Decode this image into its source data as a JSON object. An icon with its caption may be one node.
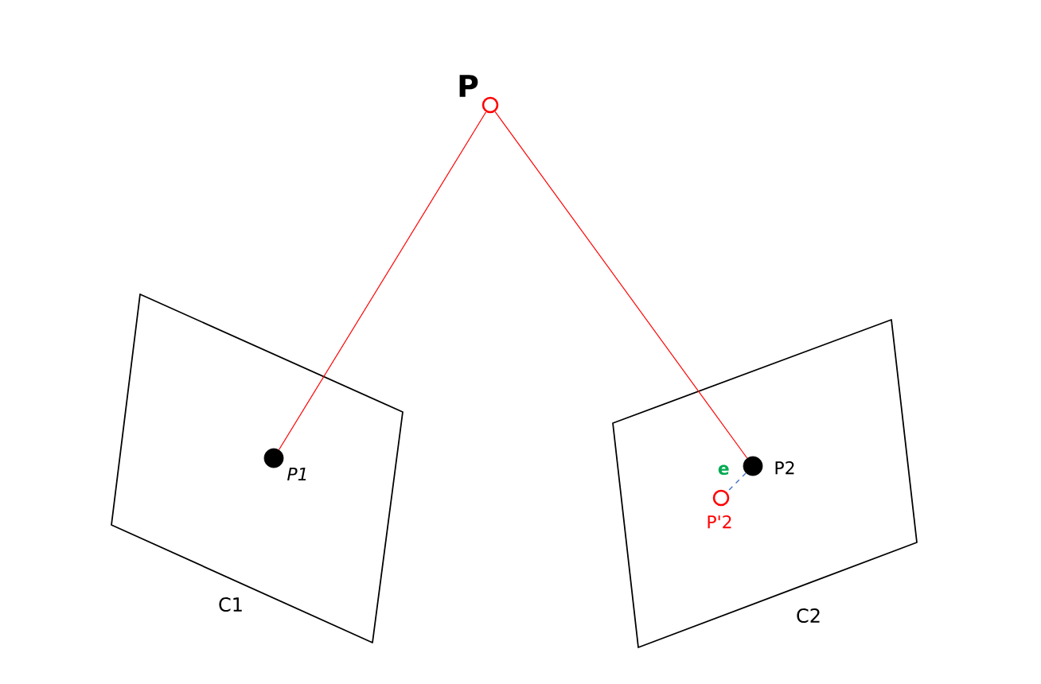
{
  "diagram": {
    "nodes": [
      {
        "text": [
          "C1"
        ]
      },
      {
        "text": [
          "C2"
        ]
      },
      {
        "text": [],
        "shape": "circle",
        "beside": [
          "P"
        ]
      },
      {
        "text": [],
        "shape": "circle",
        "in": 0,
        "beside": [
          "P1"
        ]
      },
      {
        "text": [],
        "shape": "circle",
        "in": 1,
        "beside": [
          "P2"
        ]
      },
      {
        "text": [],
        "shape": "circle",
        "in": 1,
        "beside": [
          "P'2"
        ]
      }
    ],
    "edges": [
      {
        "from": 2,
        "to": 3,
        "arrow": "none",
        "color": "#ff0000"
      },
      {
        "from": 2,
        "to": 4,
        "arrow": "none",
        "color": "#ff0000"
      },
      {
        "from": 4,
        "to": 5,
        "arrow": "none",
        "label": "e",
        "style": "dashed",
        "color": "#4472c4"
      }
    ]
  }
}
